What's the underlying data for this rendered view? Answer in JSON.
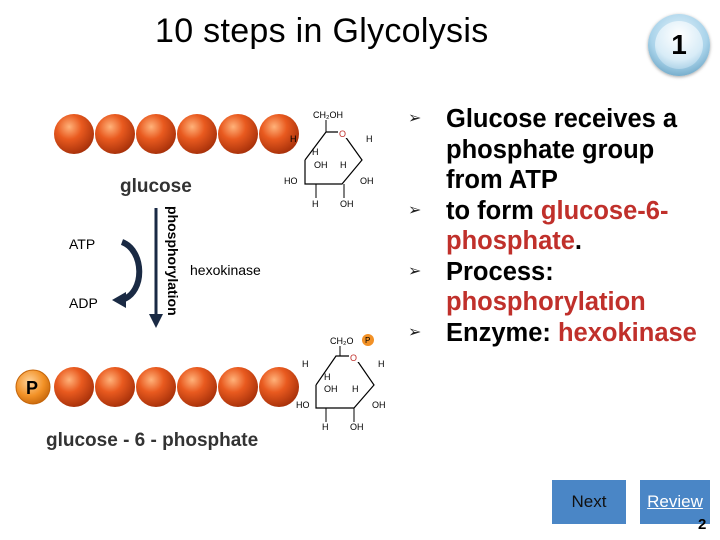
{
  "slide": {
    "title": "10 steps in Glycolysis",
    "step_number": "1",
    "page_number": "2"
  },
  "diagram": {
    "glucose_label": "glucose",
    "atp_label": "ATP",
    "adp_label": "ADP",
    "reaction_label": "phosphorylation",
    "enzyme_label": "hexokinase",
    "phosphate_symbol": "P",
    "product_label": "glucose - 6 - phosphate",
    "structure_glucose": {
      "ch2oh": "CH₂OH",
      "ring_o": "O",
      "h1": "H",
      "h2": "H",
      "h3": "H",
      "h4": "H",
      "h5": "H",
      "oh1": "OH",
      "oh2": "OH",
      "ho": "HO",
      "oh3": "OH"
    },
    "structure_g6p": {
      "ch2o": "CH₂O",
      "p": "P",
      "ring_o": "O",
      "h1": "H",
      "h2": "H",
      "h3": "H",
      "h4": "H",
      "h5": "H",
      "oh1": "OH",
      "oh2": "OH",
      "ho": "HO",
      "oh3": "OH"
    }
  },
  "bullets": [
    {
      "parts": [
        "Glucose receives a phosphate group from ATP"
      ]
    },
    {
      "parts": [
        "to form ",
        "glucose-6-phosphate",
        "."
      ]
    },
    {
      "parts": [
        "Process: ",
        "phosphorylation"
      ]
    },
    {
      "parts": [
        "Enzyme: ",
        "hexokinase"
      ]
    }
  ],
  "nav": {
    "next_label": "Next",
    "review_label": "Review"
  },
  "colors": {
    "accent_red": "#c0302b",
    "bead_orange": "#e2531b",
    "button_blue": "#4a86c6",
    "phosphate_orange": "#f28c1e"
  }
}
